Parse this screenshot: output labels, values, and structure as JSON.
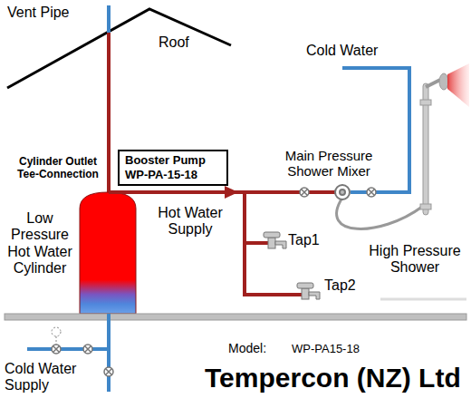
{
  "diagram": {
    "title": "Tempercon (NZ) Ltd",
    "nodes": [
      {
        "text": [
          "Booster Pump WP-PA-15-18"
        ]
      }
    ],
    "labels": [
      "Vent Pipe",
      "Roof",
      "Cold Water",
      "Main Pressure Shower Mixer",
      "Cylinder Outlet Tee-Connection",
      "Low Pressure Hot Water Cylinder",
      "Hot Water Supply",
      "Tap1",
      "Tap2",
      "High Pressure Shower",
      "Cold Water Supply",
      "Model:",
      "WP-PA15-18"
    ]
  }
}
